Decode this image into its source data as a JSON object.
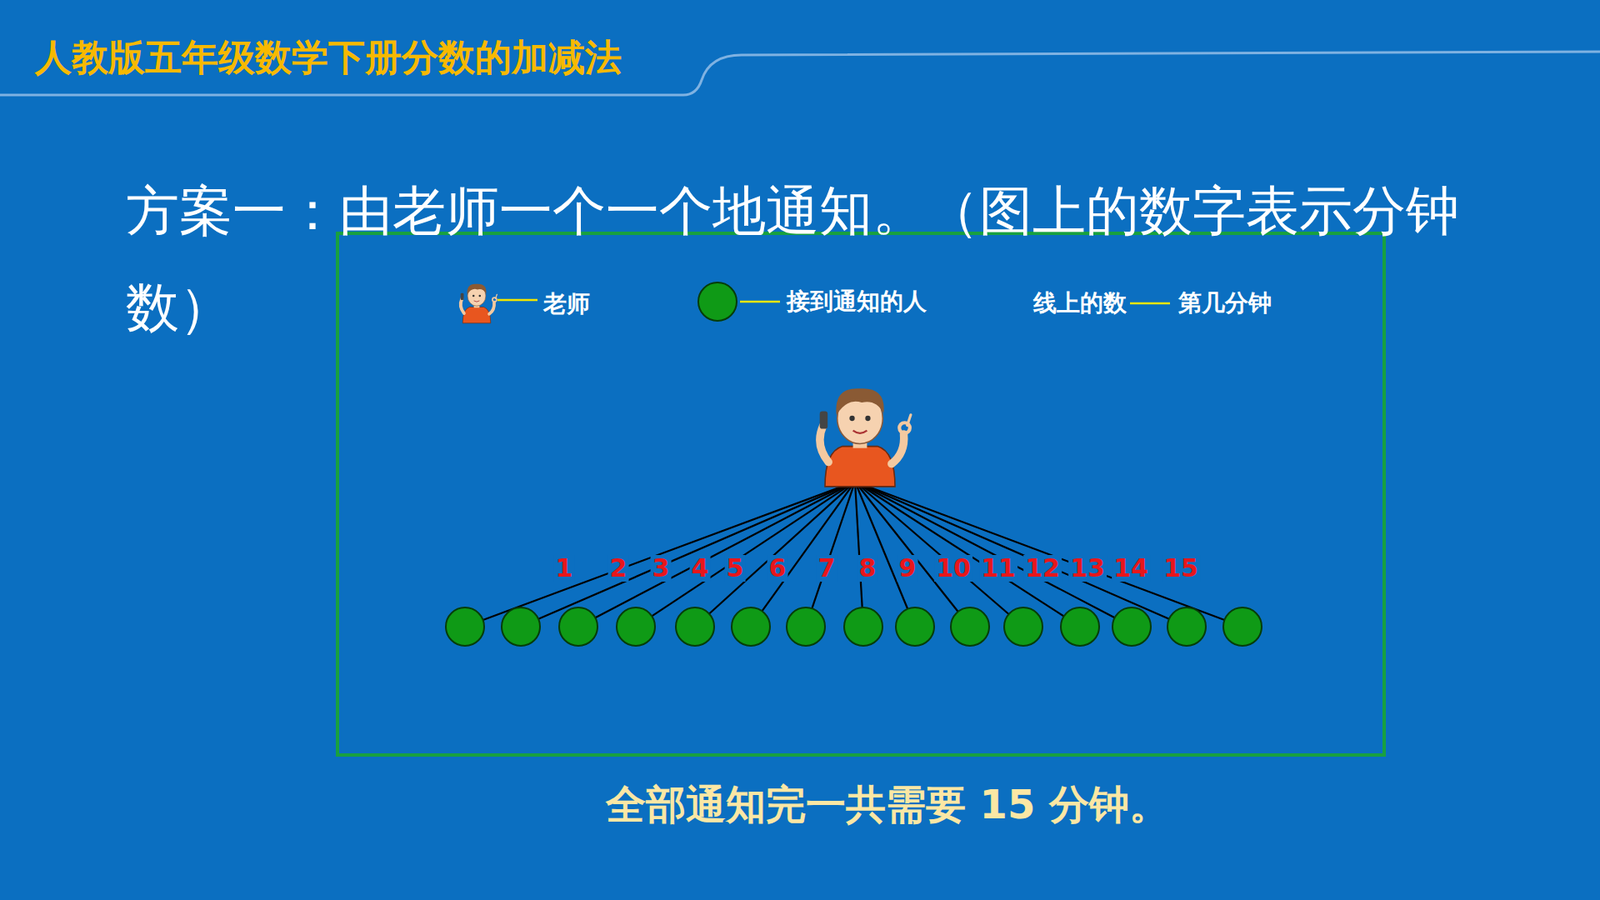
{
  "diagram": {
    "title": "人教版五年级数学下册分数的加减法",
    "caption": "全部通知完一共需要 15 分钟。",
    "labels": [
      "方案一：由老师一个一个地通知。（图上的数字表示分钟数）",
      "线上的数",
      "第几分钟",
      "1",
      "2",
      "3",
      "4",
      "5",
      "6",
      "7",
      "8",
      "9",
      "10",
      "11",
      "12",
      "13",
      "14",
      "15"
    ],
    "legend": [
      {
        "text": "老师"
      },
      {
        "text": "接到通知的人",
        "color": "#0f9a16"
      }
    ]
  }
}
